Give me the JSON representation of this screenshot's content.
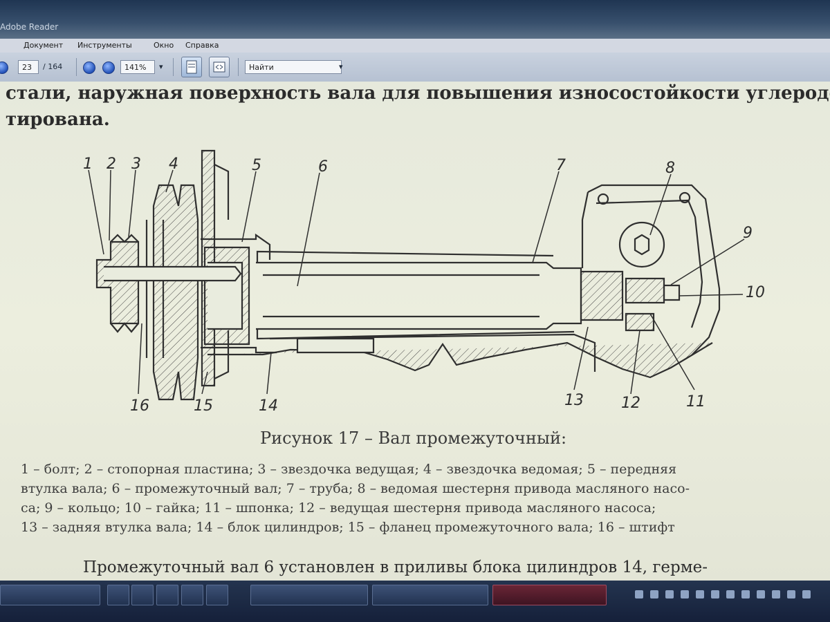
{
  "window": {
    "title": "Adobe Reader"
  },
  "menu": {
    "items": [
      "Документ",
      "Инструменты",
      "Окно",
      "Справка"
    ]
  },
  "toolbar": {
    "page_current": "23",
    "page_total": "/ 164",
    "zoom": "141%",
    "find_placeholder": "Найти"
  },
  "document": {
    "top_lines": [
      "стали, наружная поверхность вала для повышения износостойкости углеродоазо-",
      "тирована."
    ],
    "figure": {
      "labels": [
        "1",
        "2",
        "3",
        "4",
        "5",
        "6",
        "7",
        "8",
        "9",
        "10",
        "11",
        "12",
        "13",
        "14",
        "15",
        "16"
      ],
      "caption": "Рисунок 17 – Вал промежуточный:",
      "legend_lines": [
        "1 – болт; 2 – стопорная пластина; 3 – звездочка ведущая; 4 – звездочка ведомая; 5 – передняя",
        "втулка вала; 6 – промежуточный вал; 7 – труба; 8 – ведомая шестерня привода масляного насо-",
        "са; 9 – кольцо; 10 – гайка; 11 – шпонка; 12 – ведущая шестерня привода масляного насоса;",
        "13 – задняя втулка вала; 14 – блок цилиндров; 15 – фланец промежуточного вала; 16 – штифт"
      ]
    },
    "bottom_line": "Промежуточный вал 6 установлен в приливы блока цилиндров 14, герме-"
  },
  "colors": {
    "paper": "#e9ecde",
    "taskbar": "#1b2842",
    "active_task": "#5a2030",
    "ink": "#2a2a2a"
  }
}
